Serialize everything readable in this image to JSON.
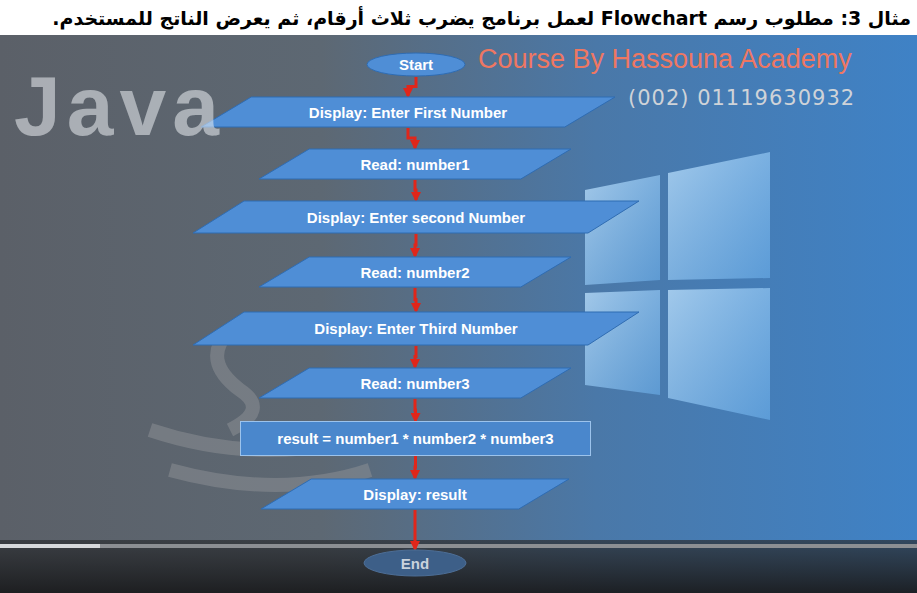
{
  "diagram": {
    "title": "مثال 3: مطلوب رسم Flowchart لعمل برنامج يضرب ثلاث أرقام، ثم يعرض الناتج للمستخدم.",
    "nodes": [
      {
        "text": [
          "Start"
        ]
      },
      {
        "text": [
          "Display: Enter First Number"
        ]
      },
      {
        "text": [
          "Read: number1"
        ]
      },
      {
        "text": [
          "Display: Enter second Number"
        ]
      },
      {
        "text": [
          "Read: number2"
        ]
      },
      {
        "text": [
          "Display: Enter Third Number"
        ]
      },
      {
        "text": [
          "Read: number3"
        ]
      },
      {
        "text": [
          "result = number1 * number2 * number3"
        ]
      },
      {
        "text": [
          "Display: result"
        ]
      },
      {
        "text": [
          "End"
        ]
      }
    ],
    "edges": [
      {
        "from": 0,
        "to": 1,
        "arrow": "to"
      },
      {
        "from": 1,
        "to": 2,
        "arrow": "to"
      },
      {
        "from": 2,
        "to": 3,
        "arrow": "to"
      },
      {
        "from": 3,
        "to": 4,
        "arrow": "to"
      },
      {
        "from": 4,
        "to": 5,
        "arrow": "to"
      },
      {
        "from": 5,
        "to": 6,
        "arrow": "to"
      },
      {
        "from": 6,
        "to": 7,
        "arrow": "to"
      },
      {
        "from": 7,
        "to": 8,
        "arrow": "to"
      },
      {
        "from": 8,
        "to": 9,
        "arrow": "to"
      }
    ],
    "labels": [
      "Java",
      "Course By Hassouna Academy",
      "(002) 01119630932"
    ]
  }
}
